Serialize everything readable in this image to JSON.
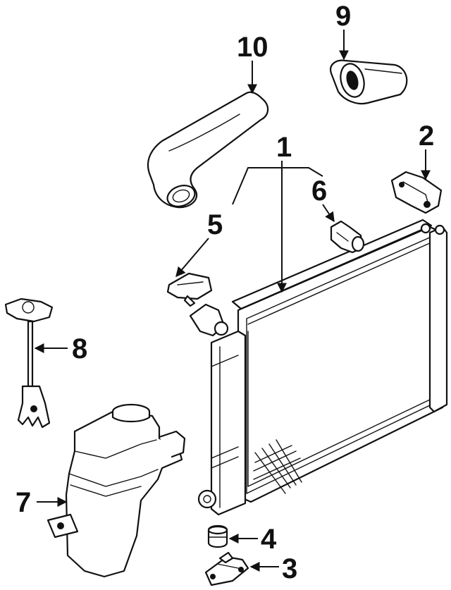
{
  "diagram": {
    "callouts": [
      {
        "id": "1",
        "part": "radiator"
      },
      {
        "id": "2",
        "part": "upper-mount-bracket"
      },
      {
        "id": "3",
        "part": "lower-mount-bracket"
      },
      {
        "id": "4",
        "part": "lower-insulator"
      },
      {
        "id": "5",
        "part": "radiator-cap"
      },
      {
        "id": "6",
        "part": "drain-plug"
      },
      {
        "id": "7",
        "part": "coolant-reservoir"
      },
      {
        "id": "8",
        "part": "reservoir-cap-dipstick"
      },
      {
        "id": "9",
        "part": "lower-hose"
      },
      {
        "id": "10",
        "part": "upper-hose"
      }
    ]
  }
}
